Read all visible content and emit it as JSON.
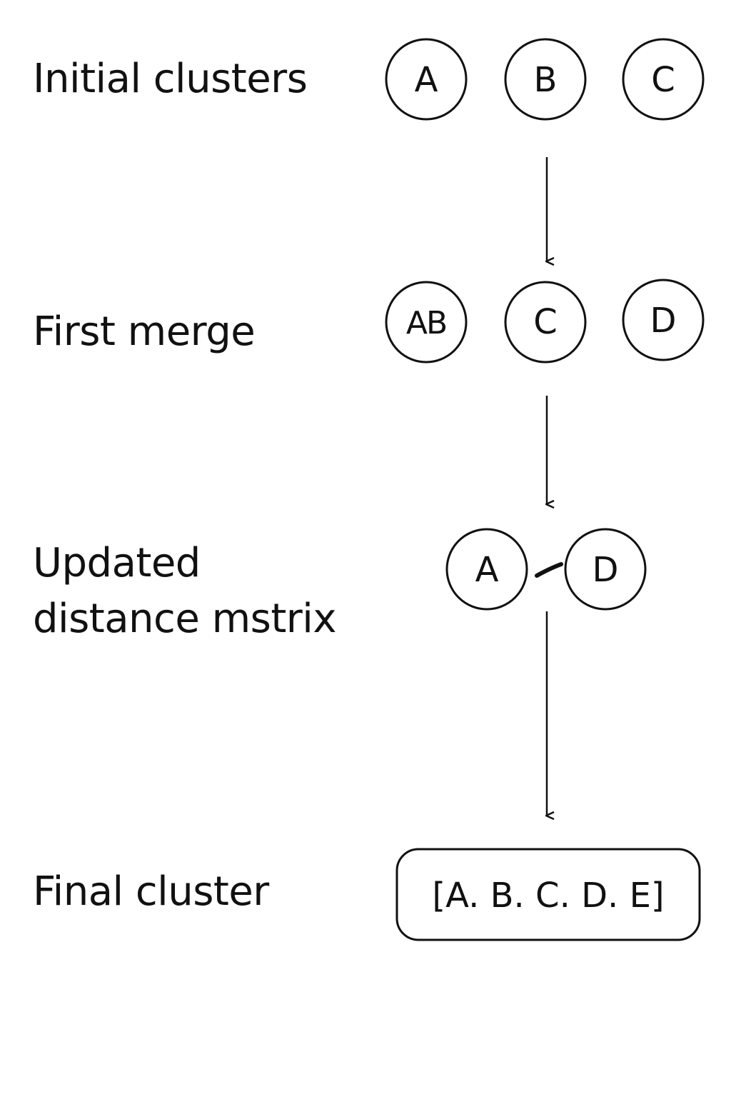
{
  "stages": {
    "initial": {
      "label": "Initial clusters",
      "nodes": [
        "A",
        "B",
        "C"
      ]
    },
    "first_merge": {
      "label": "First merge",
      "nodes": [
        "AB",
        "C",
        "D"
      ]
    },
    "updated": {
      "label_line1": "Updated",
      "label_line2": "distance mstrix",
      "nodes": [
        "A",
        "D"
      ]
    },
    "final": {
      "label": "Final cluster",
      "box_text": "[A. B. C. D. E]"
    }
  }
}
